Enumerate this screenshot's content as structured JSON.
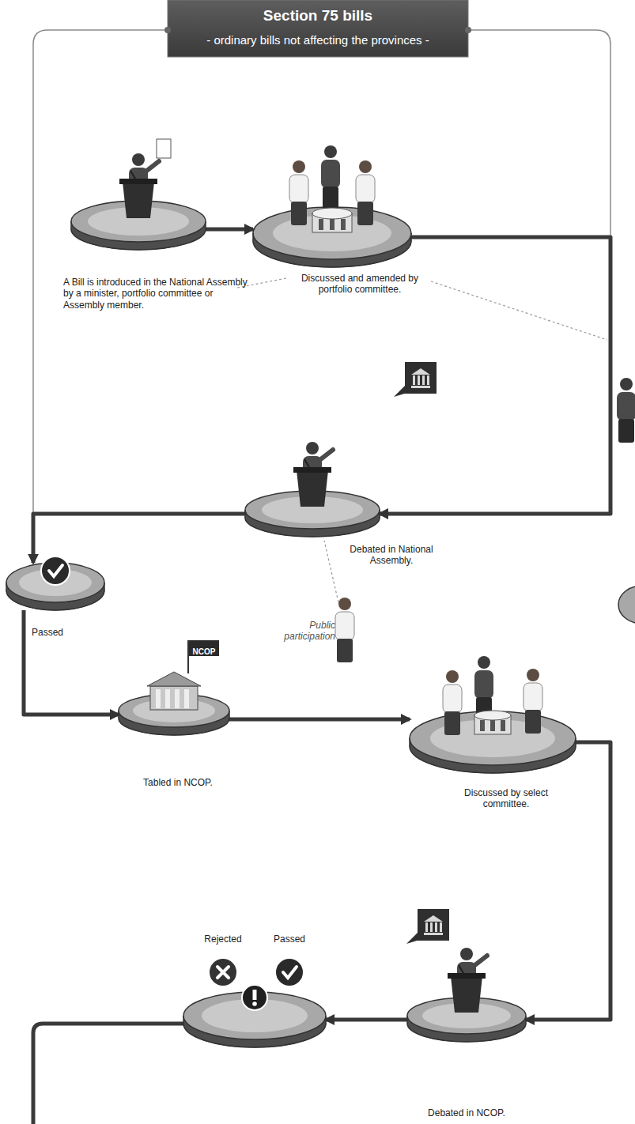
{
  "diagram": {
    "title": "Section 75 bills",
    "nodes": [
      {
        "text": [
          "A Bill is introduced in the National Assembly by a minister, portfolio committee or Assembly member."
        ]
      },
      {
        "text": [
          "Discussed and amended by portfolio committee."
        ]
      },
      {
        "text": [
          "Debated in National Assembly."
        ]
      },
      {
        "text": [
          "Passed"
        ]
      },
      {
        "text": [
          "Tabled in NCOP."
        ]
      },
      {
        "text": [
          "Discussed by select committee."
        ]
      },
      {
        "text": [
          "Debated in NCOP."
        ]
      },
      {
        "text": [
          "Rejected",
          "Passed"
        ]
      }
    ],
    "edges": [
      {
        "from": 0,
        "to": 1,
        "arrow": "to"
      },
      {
        "from": 1,
        "to": 2,
        "arrow": "to"
      },
      {
        "from": 2,
        "to": 3,
        "arrow": "to"
      },
      {
        "from": 3,
        "to": 4,
        "arrow": "to"
      },
      {
        "from": 4,
        "to": 5,
        "arrow": "to"
      },
      {
        "from": 5,
        "to": 6,
        "arrow": "to"
      },
      {
        "from": 6,
        "to": 7,
        "arrow": "to"
      }
    ],
    "labels": [
      "- ordinary bills not affecting the provinces -",
      "NCOP",
      "Public participation"
    ]
  }
}
